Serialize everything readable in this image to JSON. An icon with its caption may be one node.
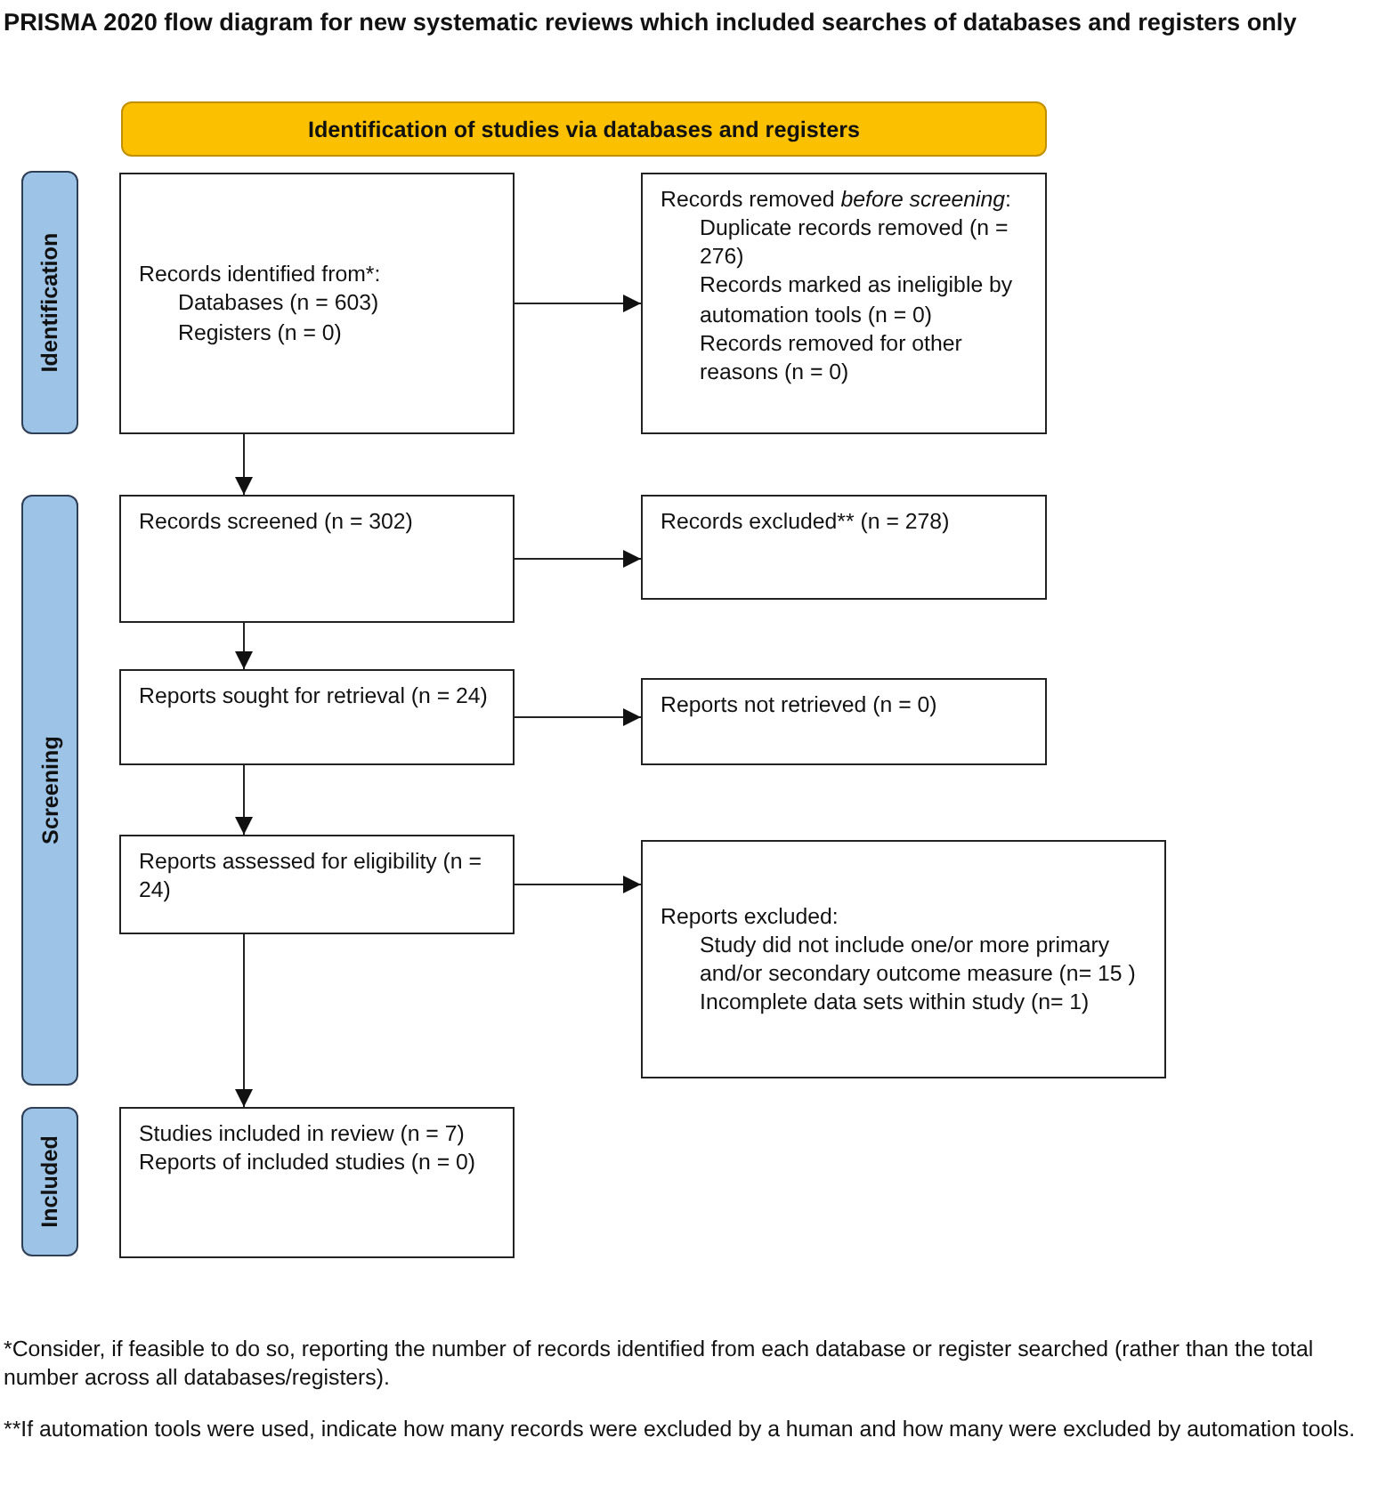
{
  "diagram": {
    "title": "PRISMA 2020 flow diagram for new systematic reviews which included searches of databases and registers only",
    "nodes": [
      {
        "text": [
          "Identification of studies via databases and registers"
        ]
      },
      {
        "text": [
          "Identification"
        ]
      },
      {
        "text": [
          "Screening"
        ]
      },
      {
        "text": [
          "Included"
        ]
      },
      {
        "text": [
          "Records identified from*:",
          "Databases (n =  603)",
          "Registers (n =  0)"
        ]
      },
      {
        "text": [
          "Records removed *before screening*:",
          "Duplicate records removed (n = 276)",
          "Records marked as ineligible by automation tools (n = 0)",
          "Records removed for other reasons (n = 0)"
        ]
      },
      {
        "text": [
          "Records screened (n = 302)"
        ]
      },
      {
        "text": [
          "Records excluded** (n = 278)"
        ]
      },
      {
        "text": [
          "Reports sought for retrieval (n = 24)"
        ]
      },
      {
        "text": [
          "Reports not retrieved (n = 0)"
        ]
      },
      {
        "text": [
          "Reports assessed for eligibility (n = 24)"
        ]
      },
      {
        "text": [
          "Reports excluded:",
          "Study did not include one/or more primary and/or secondary outcome measure (n= 15 )",
          "Incomplete data sets within study (n= 1)"
        ]
      },
      {
        "text": [
          "Studies included in review (n = 7)",
          "Reports of included studies (n = 0)"
        ]
      }
    ],
    "edges": [
      {
        "from": 4,
        "to": 5,
        "arrow": "to"
      },
      {
        "from": 4,
        "to": 6,
        "arrow": "to"
      },
      {
        "from": 6,
        "to": 7,
        "arrow": "to"
      },
      {
        "from": 6,
        "to": 8,
        "arrow": "to"
      },
      {
        "from": 8,
        "to": 9,
        "arrow": "to"
      },
      {
        "from": 8,
        "to": 10,
        "arrow": "to"
      },
      {
        "from": 10,
        "to": 11,
        "arrow": "to"
      },
      {
        "from": 10,
        "to": 12,
        "arrow": "to"
      }
    ],
    "labels": [
      "*Consider, if feasible to do so, reporting the number of records identified from each database or register searched (rather than the total number across all databases/registers).",
      "**If automation tools were used, indicate how many records were excluded by a human and how many were excluded by automation tools."
    ]
  }
}
